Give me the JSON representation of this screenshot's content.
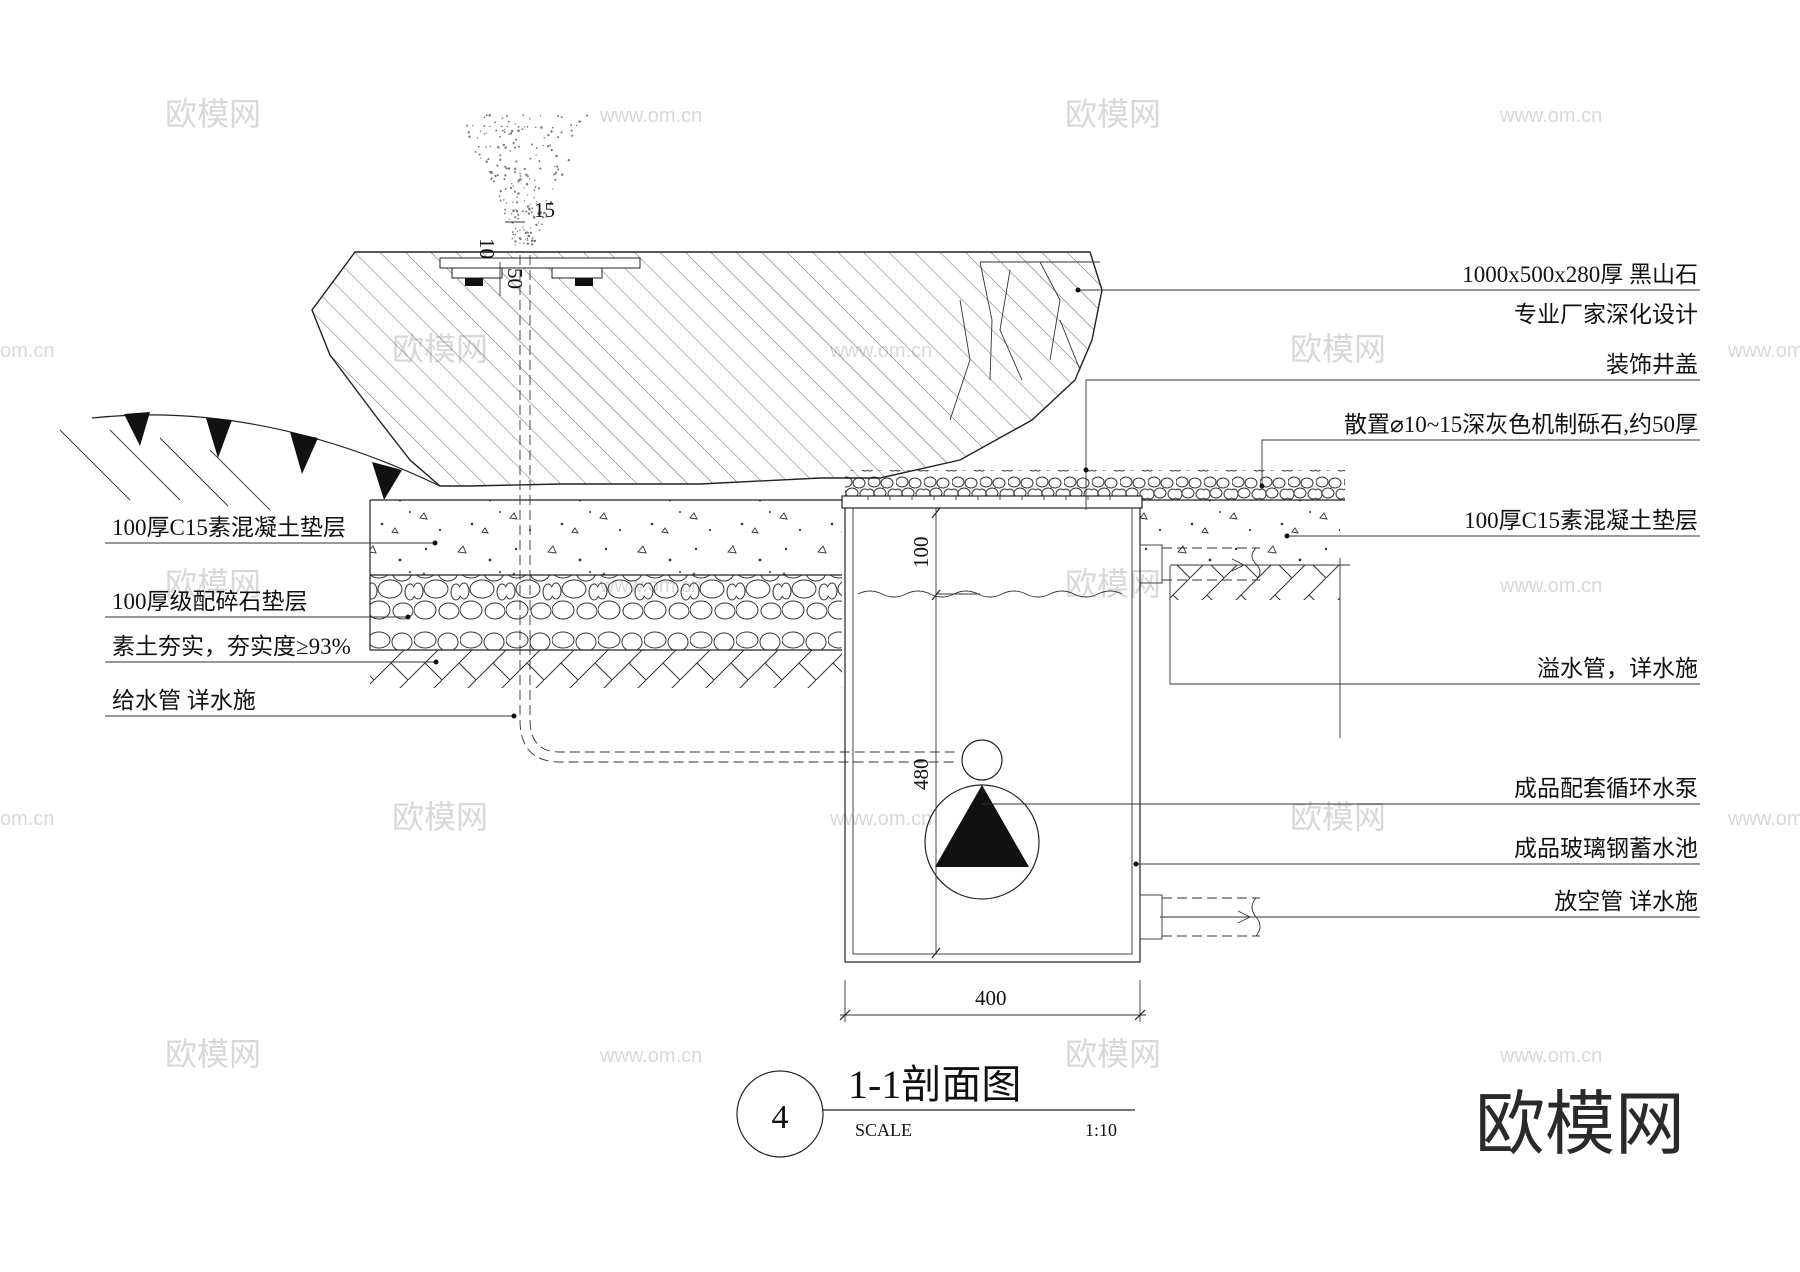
{
  "labels": {
    "rock": "1000x500x280厚 黑山石",
    "rock_note": "专业厂家深化设计",
    "well_cover": "装饰井盖",
    "gravel": "散置⌀10~15深灰色机制砾石,约50厚",
    "concrete_right": "100厚C15素混凝土垫层",
    "overflow": "溢水管，详水施",
    "pump": "成品配套循环水泵",
    "tank": "成品玻璃钢蓄水池",
    "drain": "放空管 详水施",
    "concrete_left": "100厚C15素混凝土垫层",
    "crushed_stone": "100厚级配碎石垫层",
    "soil": "素土夯实，夯实度≥93%",
    "supply_pipe": "给水管 详水施"
  },
  "dimensions": {
    "d15": "15",
    "d10": "10",
    "d50": "50",
    "d100": "100",
    "d480": "480",
    "d400": "400"
  },
  "title_block": {
    "number": "4",
    "title": "1-1剖面图",
    "scale_label": "SCALE",
    "scale_value": "1:10"
  },
  "watermarks": {
    "logo": "欧模网",
    "url": "www.om.cn",
    "url_short": "om.cn"
  },
  "colors": {
    "line": "#222222",
    "watermark": "#d8d8d8"
  }
}
